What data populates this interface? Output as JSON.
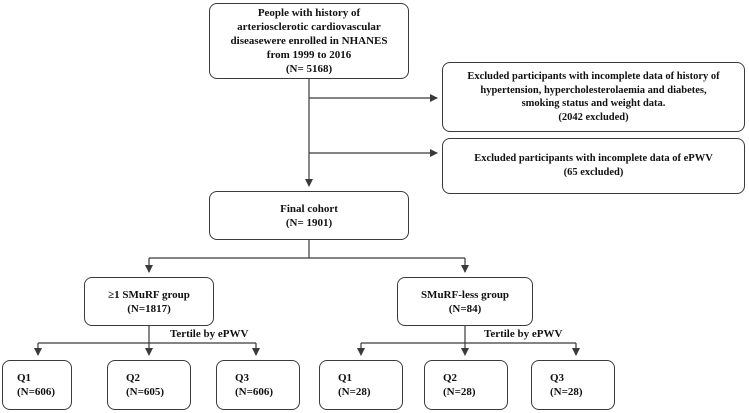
{
  "enrolled": {
    "lines": [
      "People with history of",
      "arteriosclerotic cardiovascular",
      "diseasewere enrolled in NHANES",
      "from 1999 to 2016",
      "(N= 5168)"
    ]
  },
  "excluded1": {
    "lines": [
      "Excluded participants with incomplete data of history of",
      "hypertension, hypercholesterolaemia and diabetes,",
      "smoking status and weight data.",
      "(2042 excluded)"
    ]
  },
  "excluded2": {
    "lines": [
      "Excluded participants with incomplete data of ePWV",
      "(65 excluded)"
    ]
  },
  "final": {
    "lines": [
      "Final cohort",
      "(N= 1901)"
    ]
  },
  "smurf_group": {
    "lines": [
      "≥1 SMuRF group",
      "(N=1817)"
    ]
  },
  "smurf_less_group": {
    "lines": [
      "SMuRF-less group",
      "(N=84)"
    ]
  },
  "tertile_label": "Tertile by ePWV",
  "smurf_quartiles": [
    {
      "name": "Q1",
      "n": "(N=606)"
    },
    {
      "name": "Q2",
      "n": "(N=605)"
    },
    {
      "name": "Q3",
      "n": "(N=606)"
    }
  ],
  "smurf_less_quartiles": [
    {
      "name": "Q1",
      "n": "(N=28)"
    },
    {
      "name": "Q2",
      "n": "(N=28)"
    },
    {
      "name": "Q3",
      "n": "(N=28)"
    }
  ],
  "colors": {
    "line": "#3a3a3a",
    "text": "#111111"
  }
}
